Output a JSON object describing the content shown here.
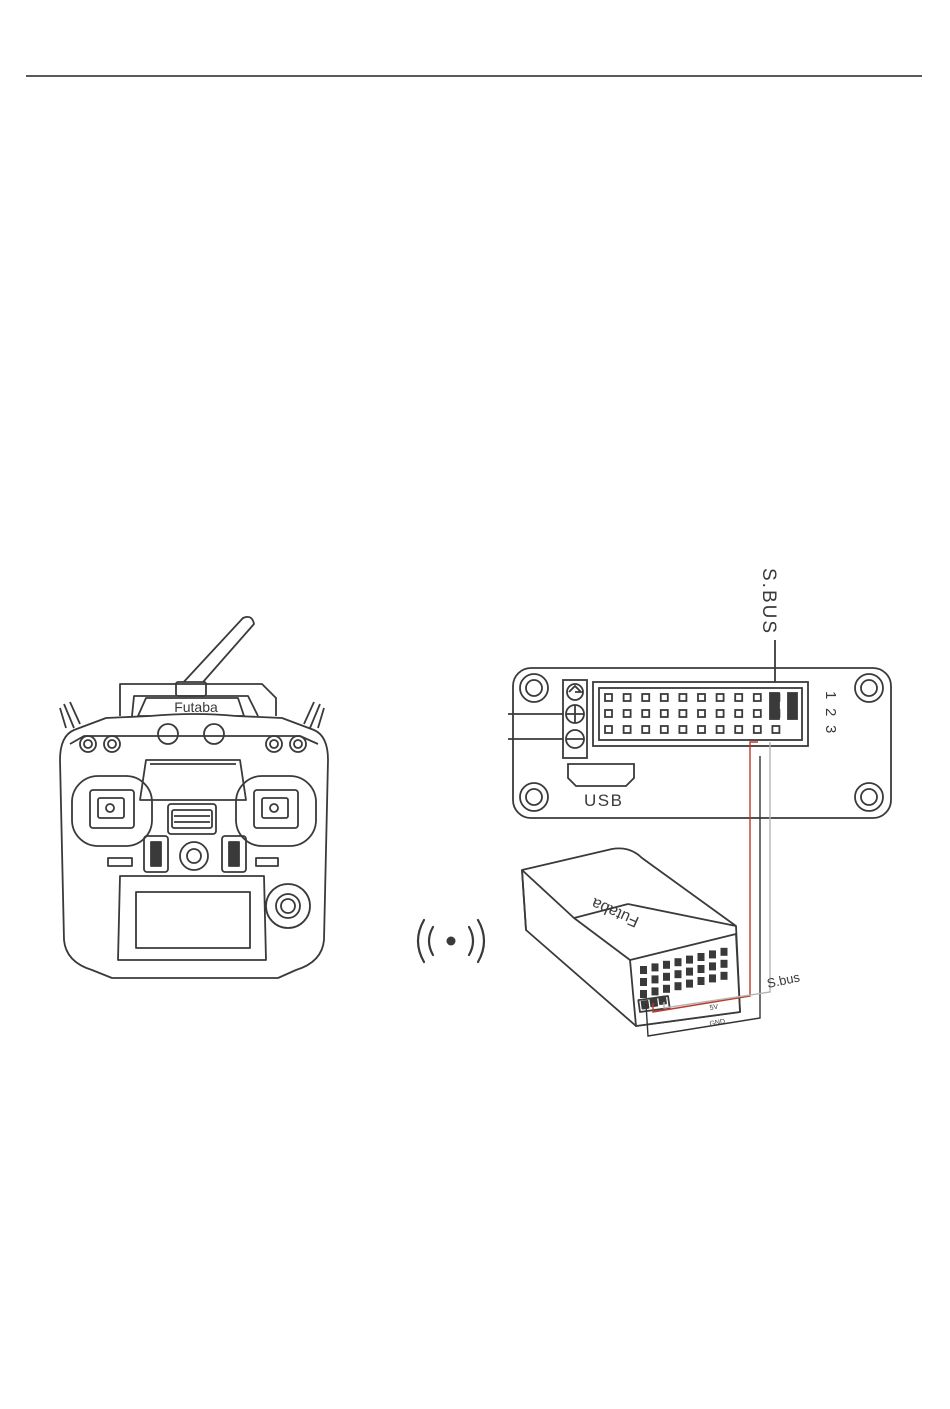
{
  "diagram": {
    "transmitter": {
      "brand_label": "Futaba"
    },
    "receiver": {
      "brand_label": "Futaba"
    },
    "controller_board": {
      "sbus_label": "S.BUS",
      "usb_label": "USB",
      "row_numbers": [
        "1",
        "2",
        "3"
      ]
    },
    "wire_labels": {
      "sbus": "S.bus",
      "power": "5V",
      "ground": "GND"
    },
    "colors": {
      "power_wire": "#c0392b",
      "ground_wire": "#333333",
      "signal_wire": "#b5b5b5",
      "line": "#3a3a3a"
    }
  }
}
